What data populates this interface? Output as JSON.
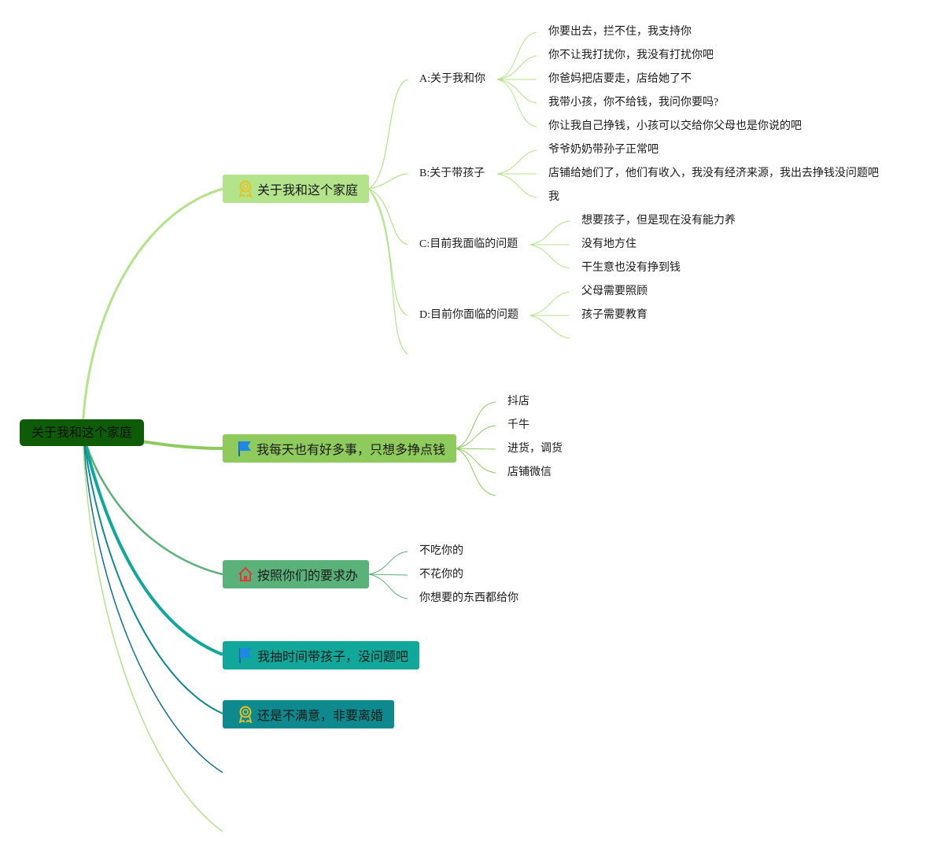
{
  "root": {
    "label": "关于我和这个家庭"
  },
  "topics": [
    {
      "label": "关于我和这个家庭",
      "icon": "award-ribbon-icon",
      "subtopics": [
        {
          "label": "A:关于我和你",
          "items": [
            "你要出去，拦不住，我支持你",
            "你不让我打扰你，我没有打扰你吧",
            "你爸妈把店要走，店给她了不",
            "我带小孩，你不给钱，我问你要吗?",
            "你让我自己挣钱，小孩可以交给你父母也是你说的吧"
          ]
        },
        {
          "label": "B:关于带孩子",
          "items": [
            "爷爷奶奶带孙子正常吧",
            "店铺给她们了，他们有收入，我没有经济来源，我出去挣钱没问题吧",
            "我"
          ]
        },
        {
          "label": "C:目前我面临的问题",
          "items": [
            "想要孩子，但是现在没有能力养",
            "没有地方住",
            "干生意也没有挣到钱"
          ]
        },
        {
          "label": "D:目前你面临的问题",
          "items": [
            "父母需要照顾",
            "孩子需要教育"
          ]
        }
      ]
    },
    {
      "label": "我每天也有好多事，只想多挣点钱",
      "icon": "flag-icon",
      "items": [
        "抖店",
        "千牛",
        "进货，调货",
        "店铺微信"
      ]
    },
    {
      "label": "按照你们的要求办",
      "icon": "house-icon",
      "items": [
        "不吃你的",
        "不花你的",
        "你想要的东西都给你"
      ]
    },
    {
      "label": "我抽时间带孩子，没问题吧",
      "icon": "flag-icon"
    },
    {
      "label": "还是不满意，非要离婚",
      "icon": "award-ribbon-icon"
    }
  ],
  "colors": {
    "root_fill": "#0f5c08",
    "topic1": "#b3e38a",
    "topic2": "#8fcb5c",
    "topic3": "#5bb17a",
    "topic4": "#11a79a",
    "topic5": "#0e8a8e",
    "flag_icon": "#1e88e5",
    "award_icon": "#e8c21e",
    "house_icon": "#e53935"
  }
}
